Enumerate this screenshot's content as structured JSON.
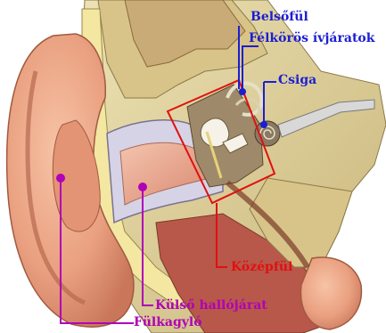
{
  "labels": {
    "inner_ear": "Belsőfül",
    "semicircular_canals": "Félkörös ívjáratok",
    "cochlea": "Csiga",
    "middle_ear": "Középfül",
    "ear_canal": "Külső hallójárat",
    "auricle": "Fülkagyló"
  },
  "colors": {
    "inner_labels": "#1c1fd0",
    "outer_labels": "#b000b8",
    "middle_label": "#e01010",
    "skin": "#e8a080",
    "bone": "#e7d9a0",
    "cartilage": "#f2e9a8"
  }
}
